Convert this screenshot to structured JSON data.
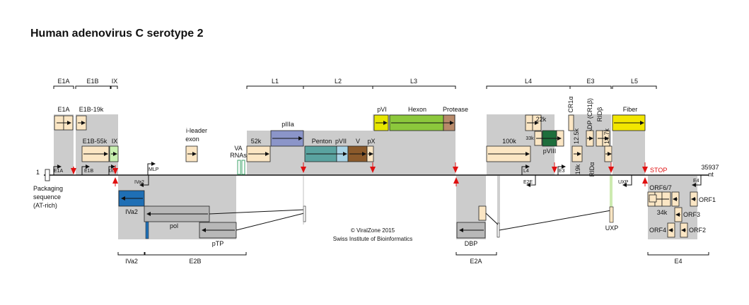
{
  "title": "Human adenovirus C serotype 2",
  "genome": {
    "start": "1",
    "end": "35937",
    "end_unit": "nt"
  },
  "regions_top": [
    "E1A",
    "E1B",
    "IX",
    "L1",
    "L2",
    "L3",
    "L4",
    "E3",
    "L5"
  ],
  "regions_bottom": [
    "IVa2",
    "E2B",
    "E2A",
    "E4"
  ],
  "genes_top": {
    "e1a": "E1A",
    "e1b19": "E1B-19k",
    "e1b55": "E1B-55k",
    "ix": "IX",
    "ileader1": "i-leader",
    "ileader2": "exon",
    "va1": "VA",
    "va2": "RNAs",
    "k52": "52k",
    "piiia": "pIIIa",
    "penton": "Penton",
    "pvii": "pVII",
    "v": "V",
    "px": "pX",
    "pvi": "pVI",
    "hexon": "Hexon",
    "protease": "Protease",
    "k100": "100k",
    "k22": "22k",
    "k33": "33k",
    "pviii": "pVIII",
    "cr1a": "CR1α",
    "k12_5": "12.5k",
    "adp": "ADP (CR1β)",
    "ridb": "RIDβ",
    "k14_7": "14.7k",
    "k19": "19k",
    "rida": "RIDα",
    "fiber": "Fiber"
  },
  "promoters": {
    "e1a": "E1A",
    "e1b": "E1B",
    "ix": "IX",
    "mlp": "MLP",
    "iva2": "IVa2",
    "l4": "L4",
    "e3": "E3",
    "e2e": "E2E",
    "uxp": "UXP",
    "e4": "E4"
  },
  "genes_bottom": {
    "iva2": "IVa2",
    "pol": "pol",
    "ptp": "pTP",
    "dbp": "DBP",
    "uxp": "UXP",
    "orf67": "ORF6/7",
    "k34": "34k",
    "orf1": "ORF1",
    "orf3": "ORF3",
    "orf4": "ORF4",
    "orf2": "ORF2"
  },
  "left_note": [
    "Packaging",
    "sequence",
    "(AT-rich)"
  ],
  "stop_label": "STOP",
  "credit": [
    "© ViralZone 2015",
    "Swiss Institute of Bioinformatics"
  ],
  "colors": {
    "shade": "#cccccc",
    "box": "#fbe6c4",
    "piiia": "#8b95c9",
    "penton": "#5aa3a0",
    "pvii": "#a9d4e6",
    "v": "#8b5a2b",
    "px_pvi": "#e6e600",
    "hexon": "#8cc83c",
    "protease": "#b88a6a",
    "pviii": "#1e6e3c",
    "fiber": "#f2e600",
    "iva2": "#1f6fb5",
    "ix": "#c8f0b0",
    "red": "#e01010"
  }
}
